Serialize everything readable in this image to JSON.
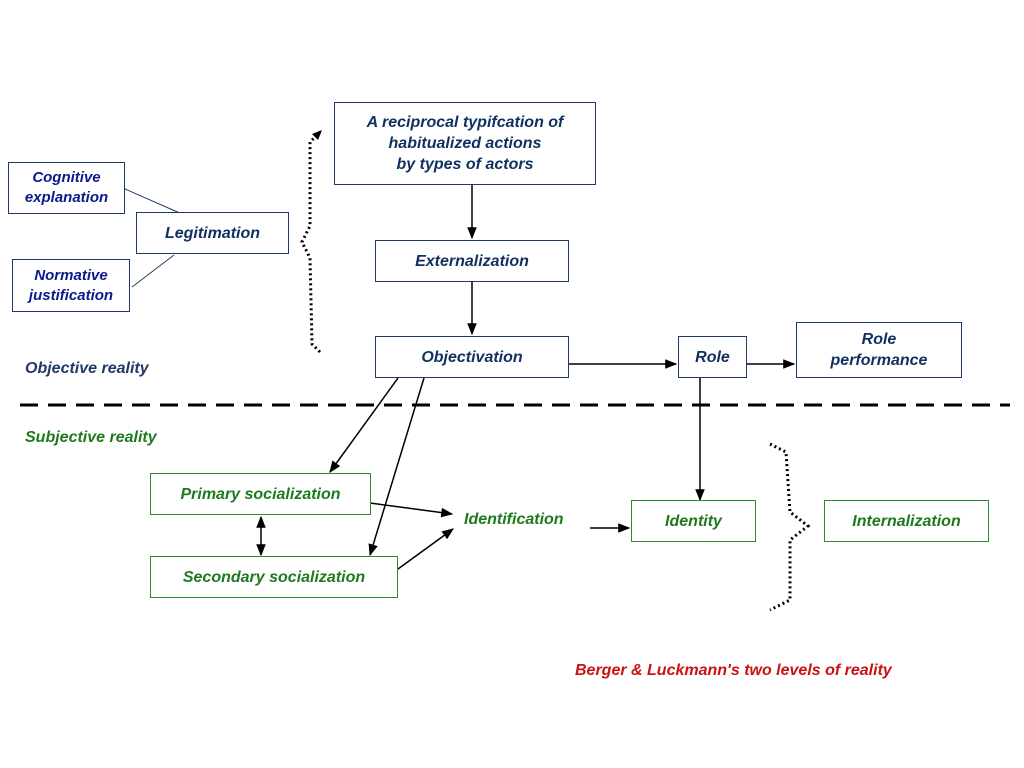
{
  "nodes": {
    "reciprocal": "A reciprocal typifcation of\nhabitualized actions\nby types of actors",
    "externalization": "Externalization",
    "objectivation": "Objectivation",
    "role": "Role",
    "role_performance": "Role\nperformance",
    "legitimation": "Legitimation",
    "cognitive": "Cognitive\nexplanation",
    "normative": "Normative\njustification",
    "primary": "Primary socialization",
    "secondary": "Secondary socialization",
    "identification": "Identification",
    "identity": "Identity",
    "internalization": "Internalization"
  },
  "labels": {
    "objective_reality": "Objective reality",
    "subjective_reality": "Subjective reality",
    "caption": "Berger & Luckmann's two levels of reality"
  },
  "colors": {
    "objective": "#1f3a68",
    "subjective": "#1d7a1d",
    "caption": "#cc1111"
  }
}
